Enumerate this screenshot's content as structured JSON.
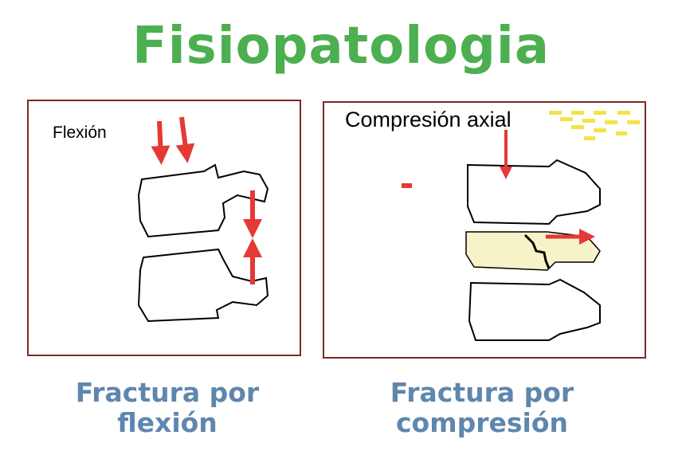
{
  "title": "Fisiopatologia",
  "panels": [
    {
      "label": "Flexión",
      "caption": [
        "Fractura por",
        "flexión"
      ]
    },
    {
      "label": "Compresión axial",
      "caption": [
        "Fractura por",
        "compresión"
      ]
    }
  ],
  "colors": {
    "title": "#4caf50",
    "caption": "#5f86ad",
    "border": "#7a2a2a",
    "arrow": "#e53935",
    "fracture_fill": "#f7f3c8",
    "dash": "#f5e24a"
  }
}
